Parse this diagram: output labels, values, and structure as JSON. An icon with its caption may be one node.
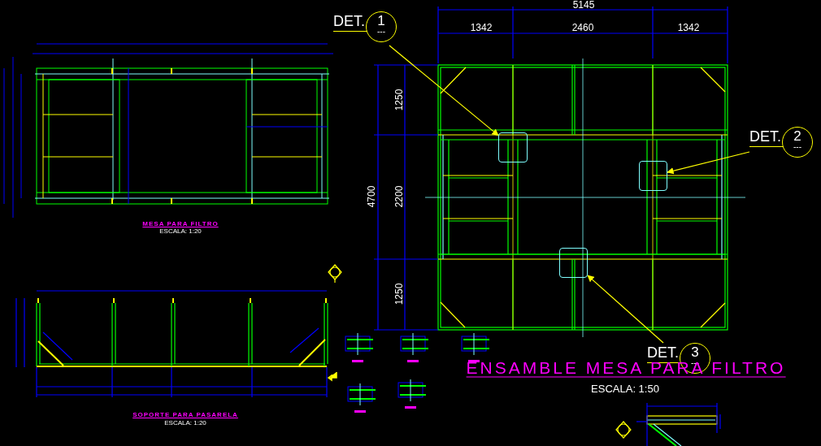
{
  "diagram": {
    "nodes": [
      {
        "text": [
          "DET.",
          "1",
          "---"
        ]
      },
      {
        "text": [],
        "shape": "box"
      },
      {
        "text": [
          "DET.",
          "2",
          "---"
        ]
      },
      {
        "text": [],
        "shape": "box"
      },
      {
        "text": [
          "DET.",
          "3",
          "---"
        ]
      },
      {
        "text": [],
        "shape": "box"
      }
    ],
    "edges": [
      {
        "from": 0,
        "to": 1,
        "arrow": "to"
      },
      {
        "from": 2,
        "to": 3,
        "arrow": "to"
      },
      {
        "from": 4,
        "to": 5,
        "arrow": "to"
      }
    ],
    "labels": [
      "5145",
      "1342",
      "2460",
      "1342",
      "4700",
      "1250",
      "2200",
      "1250",
      "MESA PARA FILTRO",
      "ESCALA: 1:20",
      "SOPORTE PARA PASARELA",
      "ESCALA: 1:20",
      "ENSAMBLE MESA PARA FILTRO",
      "ESCALA: 1:50"
    ]
  }
}
